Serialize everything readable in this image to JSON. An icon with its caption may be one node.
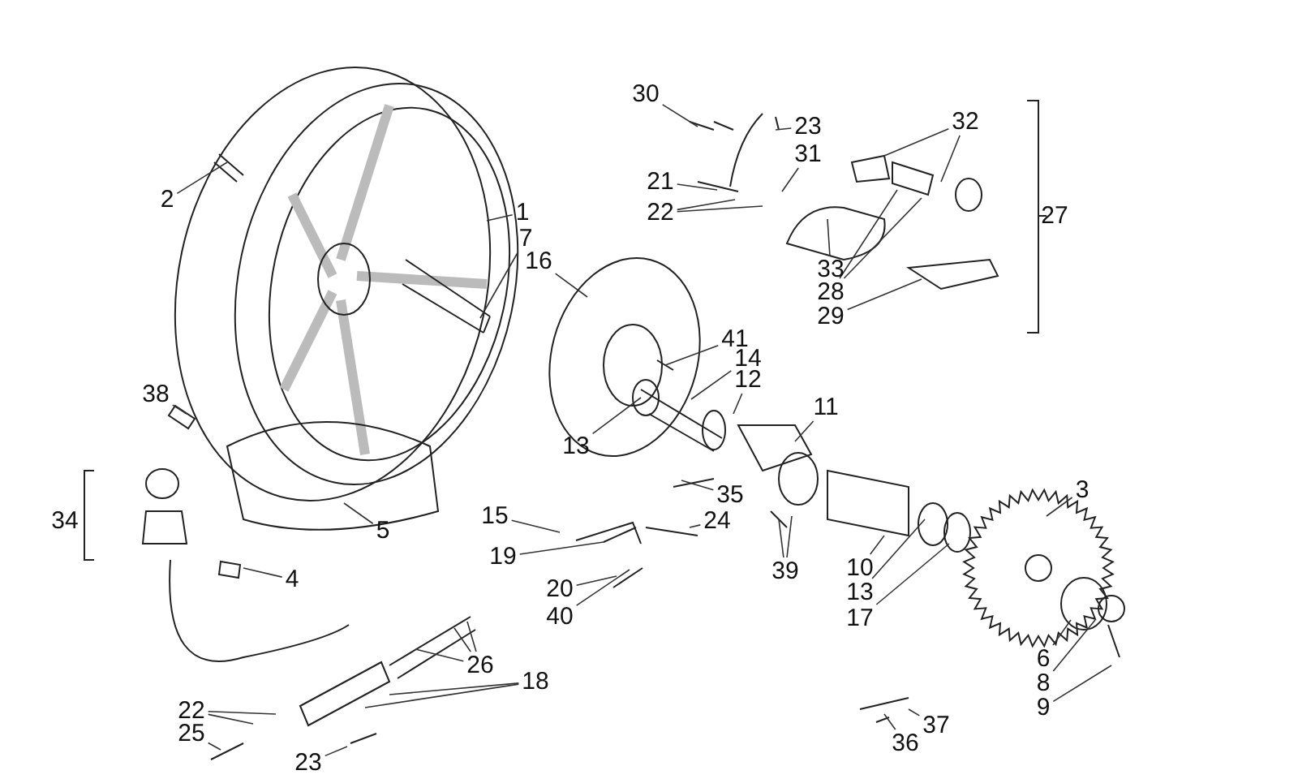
{
  "diagram": {
    "nodes": [
      {
        "text": [
          "30"
        ]
      },
      {
        "text": [
          "23"
        ]
      },
      {
        "text": [
          "32"
        ]
      },
      {
        "text": [
          "31"
        ]
      },
      {
        "text": [
          "21"
        ]
      },
      {
        "text": [
          "22"
        ]
      },
      {
        "text": [
          "2"
        ]
      },
      {
        "text": [
          "1"
        ]
      },
      {
        "text": [
          "7"
        ]
      },
      {
        "text": [
          "16"
        ]
      },
      {
        "text": [
          "33"
        ]
      },
      {
        "text": [
          "28"
        ]
      },
      {
        "text": [
          "29"
        ]
      },
      {
        "text": [
          "41"
        ]
      },
      {
        "text": [
          "14"
        ]
      },
      {
        "text": [
          "12"
        ]
      },
      {
        "text": [
          "38"
        ]
      },
      {
        "text": [
          "11"
        ]
      },
      {
        "text": [
          "13"
        ]
      },
      {
        "text": [
          "3"
        ]
      },
      {
        "text": [
          "35"
        ]
      },
      {
        "text": [
          "15"
        ]
      },
      {
        "text": [
          "24"
        ]
      },
      {
        "text": [
          "5"
        ]
      },
      {
        "text": [
          "19"
        ]
      },
      {
        "text": [
          "10"
        ]
      },
      {
        "text": [
          "39"
        ]
      },
      {
        "text": [
          "4"
        ]
      },
      {
        "text": [
          "20"
        ]
      },
      {
        "text": [
          "13"
        ]
      },
      {
        "text": [
          "40"
        ]
      },
      {
        "text": [
          "17"
        ]
      },
      {
        "text": [
          "6"
        ]
      },
      {
        "text": [
          "26"
        ]
      },
      {
        "text": [
          "18"
        ]
      },
      {
        "text": [
          "8"
        ]
      },
      {
        "text": [
          "9"
        ]
      },
      {
        "text": [
          "22"
        ]
      },
      {
        "text": [
          "37"
        ]
      },
      {
        "text": [
          "25"
        ]
      },
      {
        "text": [
          "36"
        ]
      },
      {
        "text": [
          "23"
        ]
      }
    ],
    "edges": [
      {
        "from": 0,
        "to": null,
        "arrow": "none"
      },
      {
        "from": 1,
        "to": null,
        "arrow": "none"
      },
      {
        "from": 2,
        "to": null,
        "arrow": "none"
      },
      {
        "from": 2,
        "to": null,
        "arrow": "none"
      },
      {
        "from": 3,
        "to": null,
        "arrow": "none"
      },
      {
        "from": 4,
        "to": null,
        "arrow": "none"
      },
      {
        "from": 5,
        "to": null,
        "arrow": "none"
      },
      {
        "from": 5,
        "to": null,
        "arrow": "none"
      },
      {
        "from": 6,
        "to": null,
        "arrow": "none"
      },
      {
        "from": 7,
        "to": null,
        "arrow": "none"
      },
      {
        "from": 8,
        "to": null,
        "arrow": "none"
      },
      {
        "from": 9,
        "to": null,
        "arrow": "none"
      },
      {
        "from": 10,
        "to": null,
        "arrow": "none"
      },
      {
        "from": 11,
        "to": null,
        "arrow": "none"
      },
      {
        "from": 11,
        "to": null,
        "arrow": "none"
      },
      {
        "from": 12,
        "to": null,
        "arrow": "none"
      },
      {
        "from": 13,
        "to": null,
        "arrow": "none"
      },
      {
        "from": 14,
        "to": null,
        "arrow": "none"
      },
      {
        "from": 15,
        "to": null,
        "arrow": "none"
      },
      {
        "from": 16,
        "to": null,
        "arrow": "none"
      },
      {
        "from": 17,
        "to": null,
        "arrow": "none"
      },
      {
        "from": 18,
        "to": null,
        "arrow": "none"
      },
      {
        "from": 19,
        "to": null,
        "arrow": "none"
      },
      {
        "from": 20,
        "to": null,
        "arrow": "none"
      },
      {
        "from": 21,
        "to": null,
        "arrow": "none"
      },
      {
        "from": 22,
        "to": null,
        "arrow": "none"
      },
      {
        "from": 23,
        "to": null,
        "arrow": "none"
      },
      {
        "from": 24,
        "to": null,
        "arrow": "none"
      },
      {
        "from": 25,
        "to": null,
        "arrow": "none"
      },
      {
        "from": 26,
        "to": null,
        "arrow": "none"
      },
      {
        "from": 26,
        "to": null,
        "arrow": "none"
      },
      {
        "from": 27,
        "to": null,
        "arrow": "none"
      },
      {
        "from": 28,
        "to": null,
        "arrow": "none"
      },
      {
        "from": 29,
        "to": null,
        "arrow": "none"
      },
      {
        "from": 30,
        "to": null,
        "arrow": "none"
      },
      {
        "from": 31,
        "to": null,
        "arrow": "none"
      },
      {
        "from": 32,
        "to": null,
        "arrow": "none"
      },
      {
        "from": 33,
        "to": null,
        "arrow": "none"
      },
      {
        "from": 33,
        "to": null,
        "arrow": "none"
      },
      {
        "from": 33,
        "to": null,
        "arrow": "none"
      },
      {
        "from": 34,
        "to": null,
        "arrow": "none"
      },
      {
        "from": 34,
        "to": null,
        "arrow": "none"
      },
      {
        "from": 35,
        "to": null,
        "arrow": "none"
      },
      {
        "from": 36,
        "to": null,
        "arrow": "none"
      },
      {
        "from": 37,
        "to": null,
        "arrow": "none"
      },
      {
        "from": 37,
        "to": null,
        "arrow": "none"
      },
      {
        "from": 38,
        "to": null,
        "arrow": "none"
      },
      {
        "from": 39,
        "to": null,
        "arrow": "none"
      },
      {
        "from": 40,
        "to": null,
        "arrow": "none"
      },
      {
        "from": 41,
        "to": null,
        "arrow": "none"
      }
    ],
    "labels": [
      "34",
      "27"
    ]
  }
}
